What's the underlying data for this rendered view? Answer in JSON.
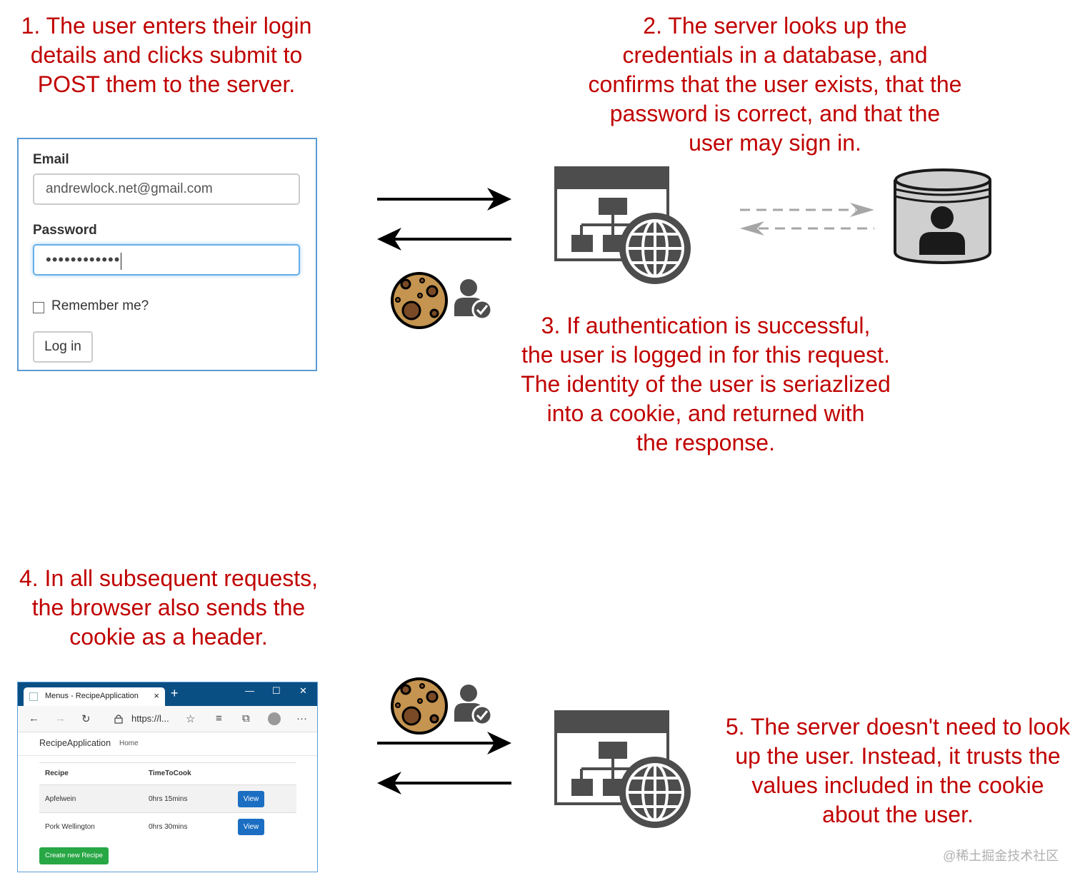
{
  "steps": {
    "step1": "1. The user enters their login\ndetails and clicks submit to\nPOST them to the server.",
    "step2": "2. The server looks up the\ncredentials in a database, and\nconfirms that the user exists, that the\npassword is correct, and that the\nuser may sign in.",
    "step3": "3. If authentication is successful,\nthe user is logged in for this request.\nThe identity of the user is seriazlized\ninto a cookie, and returned with\nthe response.",
    "step4": "4. In all subsequent requests,\nthe browser also sends the\ncookie as a header.",
    "step5": "5. The server doesn't need to look\nup the user. Instead, it trusts the\nvalues included in the cookie\nabout the user."
  },
  "login_form": {
    "email_label": "Email",
    "email_value": "andrewlock.net@gmail.com",
    "password_label": "Password",
    "password_value": "••••••••••••",
    "remember_label": "Remember me?",
    "login_button": "Log in"
  },
  "browser": {
    "tab_title": "Menus - RecipeApplication",
    "tab_close": "×",
    "new_tab": "+",
    "minimize": "—",
    "maximize": "☐",
    "close": "✕",
    "url": "https://l...",
    "brand": "RecipeApplication",
    "nav_home": "Home",
    "table": {
      "headers": [
        "Recipe",
        "TimeToCook"
      ],
      "rows": [
        {
          "recipe": "Apfelwein",
          "time": "0hrs 15mins",
          "action": "View"
        },
        {
          "recipe": "Pork Wellington",
          "time": "0hrs 30mins",
          "action": "View"
        }
      ]
    },
    "create_button": "Create new Recipe"
  },
  "watermark": "@稀土掘金技术社区",
  "colors": {
    "step_text": "#c00000",
    "icon_dark": "#4d4d4d",
    "cookie_fill": "#c49450",
    "cookie_spots": "#7a4a26",
    "db_fill": "#cfcfcf",
    "panel_border": "#5b9bd5",
    "view_button": "#1b6ec2",
    "create_button": "#28a745",
    "titlebar": "#0a4f84"
  },
  "icons": [
    "cookie-icon",
    "user-check-icon",
    "server-icon",
    "globe-icon",
    "database-user-icon",
    "arrow-right-icon",
    "arrow-left-icon"
  ]
}
